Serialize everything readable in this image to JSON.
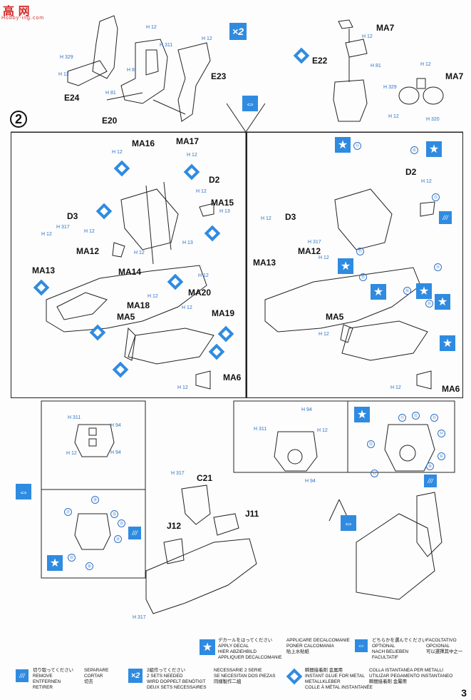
{
  "watermark": {
    "logo": "高 网",
    "sub": "Hobby-ing.com"
  },
  "step_number": "2",
  "page_number": "3",
  "colors": {
    "accent": "#2f8be0",
    "hint_text": "#2f72c6"
  },
  "top_left_group": {
    "parts": [
      "E24",
      "E20",
      "E23"
    ],
    "paint_codes": [
      "H 12",
      "H 329",
      "H 12",
      "H 81",
      "H 12",
      "H 311",
      "H 8",
      "H 12"
    ],
    "multiplier": "×2"
  },
  "top_right_group": {
    "parts": [
      "MA7",
      "E22",
      "MA7"
    ],
    "paint_codes": [
      "H 12",
      "H 81",
      "H 12",
      "H 329",
      "H 12",
      "H 320"
    ]
  },
  "left_panel": {
    "parts": [
      "MA16",
      "MA17",
      "D2",
      "MA15",
      "D3",
      "MA12",
      "MA13",
      "MA14",
      "MA18",
      "MA20",
      "MA5",
      "MA19",
      "MA6"
    ],
    "paint_codes": [
      "H 12",
      "H 12",
      "H 12",
      "H 13",
      "H 317",
      "H 12",
      "H 12",
      "H 12",
      "H 12",
      "H 12",
      "H 13",
      "H 12",
      "H 12"
    ]
  },
  "right_panel": {
    "parts": [
      "D2",
      "D3",
      "MA12",
      "MA13",
      "MA5",
      "MA6"
    ],
    "paint_codes": [
      "H 12",
      "H 12",
      "H 317",
      "H 12",
      "H 12",
      "H 12"
    ],
    "decals": [
      "⑪",
      "⑯",
      "⑬",
      "⑭",
      "⑰",
      "⑮",
      "⑱",
      "⑲"
    ]
  },
  "bottom_left": {
    "paint_codes": [
      "H 311",
      "H 94",
      "H 94",
      "H 12"
    ],
    "decals": [
      "⑳",
      "㉑",
      "㉒",
      "㉓",
      "㉔",
      "㉕",
      "㉖"
    ]
  },
  "bottom_middle": {
    "parts": [
      "C21",
      "J11",
      "J12"
    ],
    "paint_codes": [
      "H 317",
      "H 317"
    ]
  },
  "bottom_right_a": {
    "paint_codes": [
      "H 94",
      "H 311",
      "H 12",
      "H 94"
    ]
  },
  "bottom_right_b": {
    "decals": [
      "⑪",
      "⑫",
      "⑬",
      "⑭",
      "⑮",
      "⑯",
      "⑰",
      "⑱"
    ]
  },
  "legend": {
    "apply_decal": [
      "デカールをはってください",
      "APPLY DECAL",
      "HIER ABZIEHBILD",
      "APPLIQUER DECALCOMANIE"
    ],
    "apply_decal_2": [
      "APPLICARE DECALCOMANIE",
      "PONER CALCOMANIA",
      "貼上水貼紙"
    ],
    "optional": [
      "どちらかを選んでください",
      "OPTIONAL",
      "NACH BELIEBEN",
      "FACULTATIF"
    ],
    "optional_2": [
      "FACOLTATIVO",
      "OPCIONAL",
      "可以選擇其中之一"
    ],
    "remove": [
      "切り取ってください",
      "REMOVE",
      "ENTFERNEN",
      "RETIRER"
    ],
    "remove_2": [
      "SEPARARE",
      "CORTAR",
      "切去"
    ],
    "two_sets": [
      "2組作ってください",
      "2 SETS NEEDED",
      "WIRD DOPPELT BENÖTIGT",
      "DEUX SETS NECESSAIRES"
    ],
    "two_sets_2": [
      "NECESSARIE 2 SERIE",
      "SE NECESITAN DOS PIEZAS",
      "同樣製作二組"
    ],
    "instant_glue": [
      "瞬間接着剤 金属用",
      "INSTANT GLUE FOR METAL",
      "METALLKLEBER",
      "COLLE À MÉTAL INSTANTANÉE"
    ],
    "instant_glue_2": [
      "COLLA ISTANTANEA PER METALLI",
      "UTILIZAR PEGAMENTO INSTANTANEO",
      "瞬間接着剤 金屬用"
    ]
  }
}
